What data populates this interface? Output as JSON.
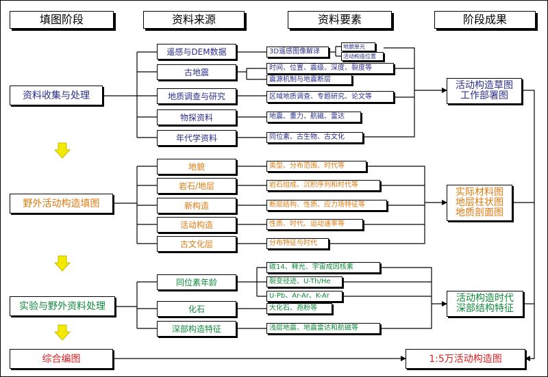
{
  "headers": {
    "stage": "填图阶段",
    "sources": "资料来源",
    "elements": "资料要素",
    "results": "阶段成果"
  },
  "stages": [
    "资料收集与处理",
    "野外活动构造填图",
    "实验与野外资料处理",
    "综合编图"
  ],
  "group1": {
    "sources": [
      "遥感与DEM数据",
      "古地震",
      "地质调查与研究",
      "物探资料",
      "年代学资料"
    ],
    "elements": {
      "rs": "3D遥感图像解译",
      "rs_sub": [
        "地貌单元",
        "活动构造位置"
      ],
      "eq1": "时间、位置、震级、深度、裂度等",
      "eq2": "震源机制与地震断层",
      "geo": "区域地质调查、专题研究、论文等",
      "geophys": "地震、重力、航磁、雷达",
      "age": "同位素、古生物、古文化"
    },
    "result": [
      "活动构造草图",
      "工作部署图"
    ]
  },
  "group2": {
    "sources": [
      "地貌",
      "岩石/地层",
      "新构造",
      "活动构造",
      "古文化层"
    ],
    "elements": [
      "类型、分布范围、时代等",
      "岩石组成、沉积序列和时代等",
      "断层结构、性质、应力场特征等",
      "性质、时代、运动速率等",
      "分布特征与时代"
    ],
    "result": [
      "实际材料图",
      "地层柱状图",
      "地质剖面图"
    ]
  },
  "group3": {
    "sources": [
      "同位素年龄",
      "化石",
      "深部构造特征"
    ],
    "elements": [
      "碳14、释光、宇宙成因核素",
      "裂变径迹、U-Th/He",
      "U-Pb、Ar-Ar、K-Ar",
      "大化石、孢粉等",
      "浅层地震、地震雷达和航磁等"
    ],
    "result": [
      "活动构造时代",
      "深部结构特征"
    ]
  },
  "final_result": "1:5万活动构造图",
  "colors": {
    "navy": "#2b2f8a",
    "orange": "#e07a10",
    "green": "#0f8a3a",
    "red": "#d82020",
    "arrow": "#f2ea00"
  }
}
